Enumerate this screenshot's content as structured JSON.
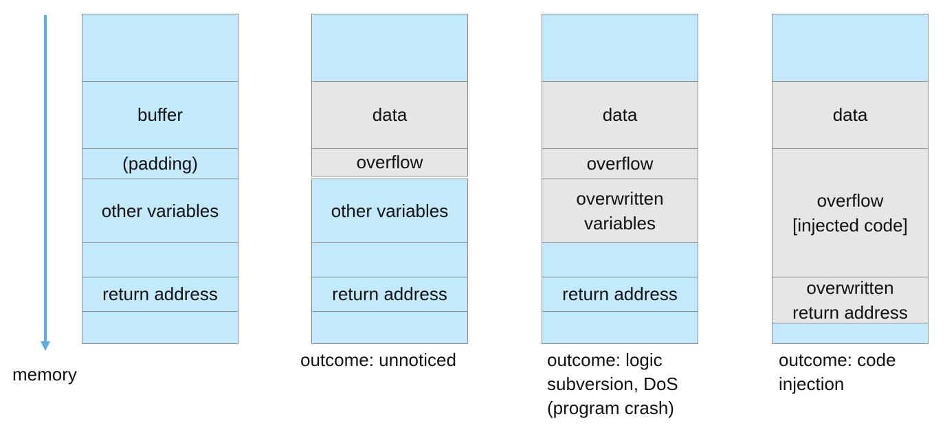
{
  "memory_label": "memory",
  "stacks": [
    {
      "segments": [
        {
          "label": "",
          "fill": "blue"
        },
        {
          "label": "buffer",
          "fill": "blue"
        },
        {
          "label": "(padding)",
          "fill": "blue"
        },
        {
          "label": "other variables",
          "fill": "blue"
        },
        {
          "label": "",
          "fill": "blue"
        },
        {
          "label": "return address",
          "fill": "blue"
        },
        {
          "label": "",
          "fill": "blue"
        }
      ],
      "outcome": ""
    },
    {
      "segments": [
        {
          "label": "",
          "fill": "blue"
        },
        {
          "label": "data",
          "fill": "gray"
        },
        {
          "label": "overflow",
          "fill": "gray"
        },
        {
          "label": "other variables",
          "fill": "blue"
        },
        {
          "label": "",
          "fill": "blue"
        },
        {
          "label": "return address",
          "fill": "blue"
        },
        {
          "label": "",
          "fill": "blue"
        }
      ],
      "outcome": "outcome: unnoticed"
    },
    {
      "segments": [
        {
          "label": "",
          "fill": "blue"
        },
        {
          "label": "data",
          "fill": "gray"
        },
        {
          "label": "overflow",
          "fill": "gray"
        },
        {
          "label": "overwritten\nvariables",
          "fill": "gray"
        },
        {
          "label": "",
          "fill": "blue"
        },
        {
          "label": "return address",
          "fill": "blue"
        },
        {
          "label": "",
          "fill": "blue"
        }
      ],
      "outcome": "outcome: logic\nsubversion, DoS\n(program crash)"
    },
    {
      "segments": [
        {
          "label": "",
          "fill": "blue"
        },
        {
          "label": "data",
          "fill": "gray"
        },
        {
          "label": "overflow\n[injected code]",
          "fill": "gray"
        },
        {
          "label": "overwritten\nreturn address",
          "fill": "gray"
        },
        {
          "label": "",
          "fill": "blue"
        }
      ],
      "outcome": "outcome: code\ninjection"
    }
  ]
}
